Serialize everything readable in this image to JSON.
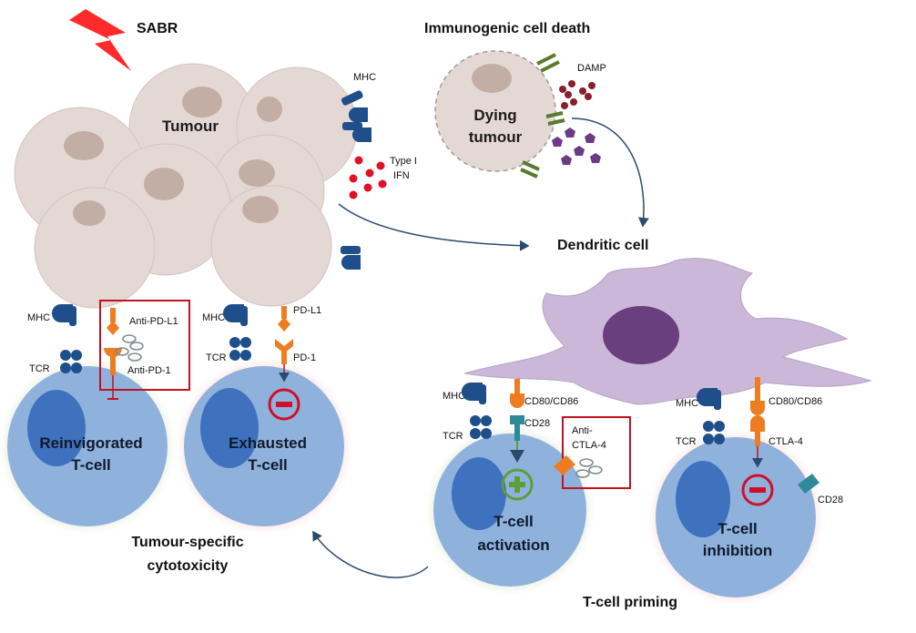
{
  "labels": {
    "sabr": "SABR",
    "icd": "Immunogenic cell death",
    "tumour": "Tumour",
    "dying_l1": "Dying",
    "dying_l2": "tumour",
    "damp": "DAMP",
    "mhc": "MHC",
    "type_ifn_l1": "Type I",
    "type_ifn_l2": "IFN",
    "dendritic": "Dendritic cell",
    "tcr": "TCR",
    "anti_pdl1": "Anti-PD-L1",
    "anti_pd1": "Anti-PD-1",
    "pdl1": "PD-L1",
    "pd1": "PD-1",
    "reinvig_l1": "Reinvigorated",
    "reinvig_l2": "T-cell",
    "exhausted_l1": "Exhausted",
    "exhausted_l2": "T-cell",
    "cd80": "CD80/CD86",
    "cd28": "CD28",
    "ctla4": "CTLA-4",
    "anti_ctla4_l1": "Anti-",
    "anti_ctla4_l2": "CTLA-4",
    "activation_l1": "T-cell",
    "activation_l2": "activation",
    "inhibition_l1": "T-cell",
    "inhibition_l2": "inhibition",
    "cytotox_l1": "Tumour-specific",
    "cytotox_l2": "cytotoxicity",
    "priming": "T-cell priming"
  },
  "colors": {
    "tumour_cell": "#e4d8d5",
    "tumour_nucleus": "#c3aea5",
    "tcell": "#8fb2dd",
    "tcell_nucleus": "#3f72be",
    "mhc": "#1f4f8b",
    "orange": "#ee7d22",
    "teal": "#2f8a97",
    "green_glow": "#8fb46b",
    "red_glow": "#f08080",
    "dendritic": "#cbb8d9",
    "dendritic_nucleus": "#6a3f7d",
    "damp_dark": "#8b1e2b",
    "damp_purple": "#6b3b87",
    "ifn": "#e01025",
    "box": "#c1121f"
  }
}
